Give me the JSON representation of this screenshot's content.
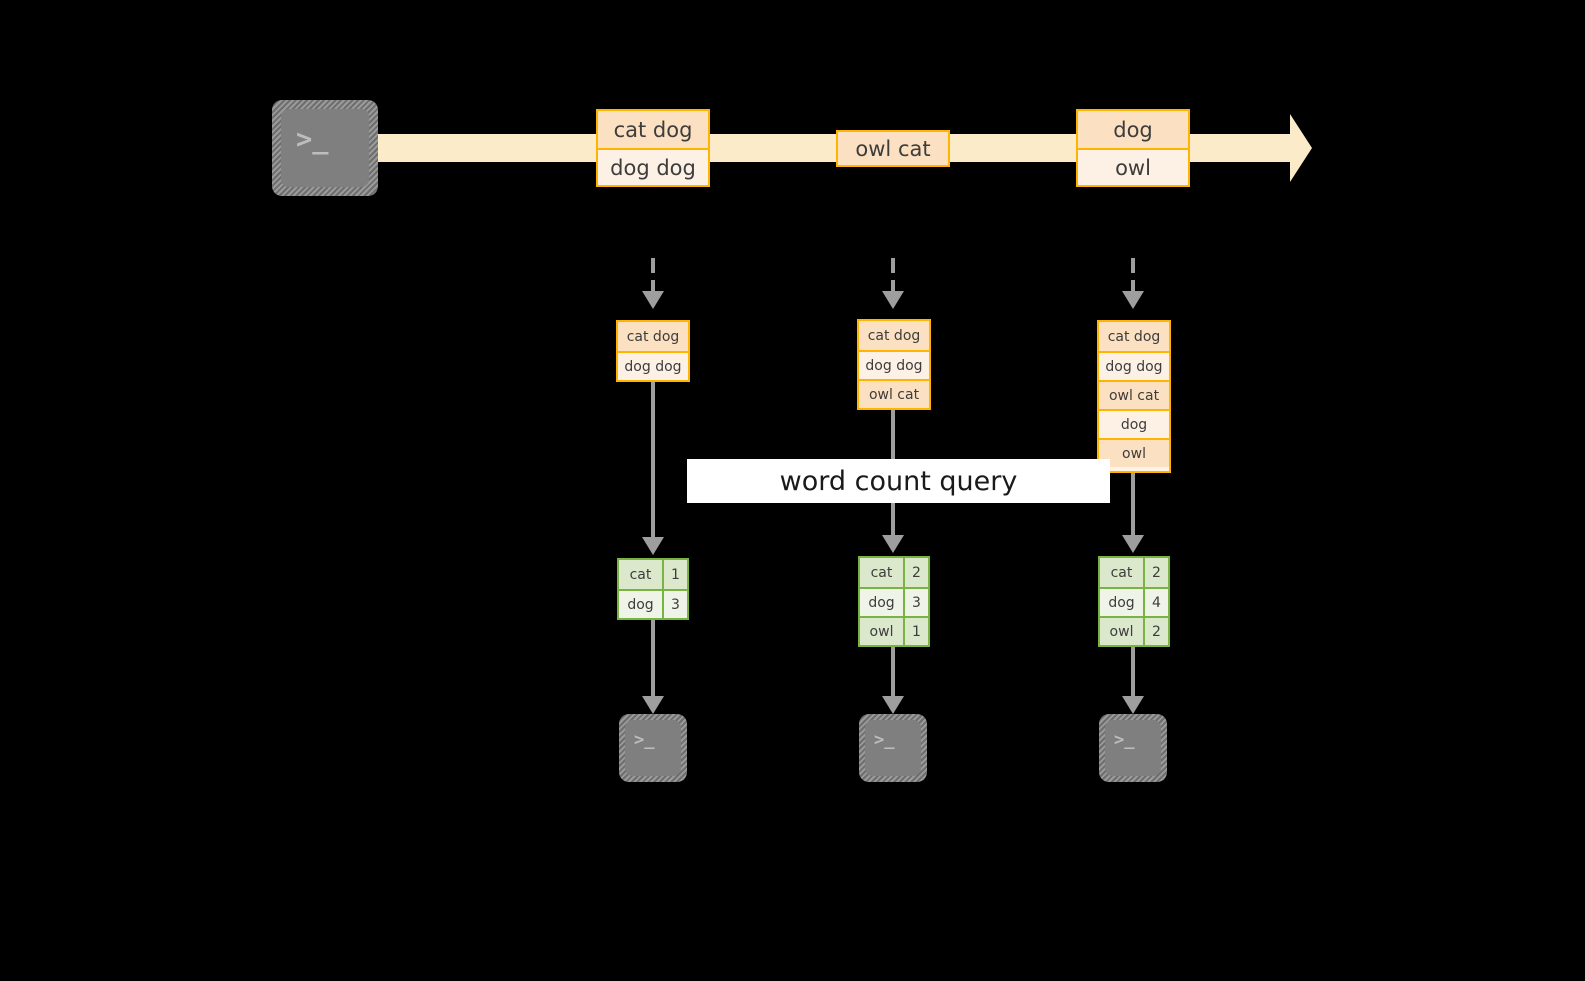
{
  "diagram": {
    "title": "word count streaming query",
    "colors": {
      "background": "#000000",
      "stream_band": "#FCEBC8",
      "record_border": "#FFB400",
      "record_fill_dark": "#FCE0C2",
      "record_fill_light": "#FDF1E6",
      "result_border": "#79B443",
      "result_fill_dark": "#DCE8CC",
      "result_fill_light": "#EFF4E8",
      "arrow_gray": "#9E9E9E",
      "terminal_fill": "#808080",
      "label_background": "#FFFFFF",
      "text": "#3d3d3d"
    }
  },
  "source": {
    "icon": "terminal-icon",
    "glyph": ">_"
  },
  "stream": {
    "arrow_icon": "right-arrow-icon",
    "batches": [
      {
        "name": "batch-1",
        "lines": [
          {
            "text": "cat dog",
            "shade": "dark"
          },
          {
            "text": "dog dog",
            "shade": "light"
          }
        ]
      },
      {
        "name": "batch-2",
        "lines": [
          {
            "text": "owl cat",
            "shade": "dark"
          }
        ]
      },
      {
        "name": "batch-3",
        "lines": [
          {
            "text": "dog",
            "shade": "dark"
          },
          {
            "text": "owl",
            "shade": "light"
          }
        ]
      }
    ]
  },
  "query": {
    "label": "word count query"
  },
  "columns": [
    {
      "name": "trigger-1",
      "input_arrow_icon": "dashed-down-arrow-icon",
      "accumulated": [
        {
          "text": "cat dog",
          "shade": "dark"
        },
        {
          "text": "dog dog",
          "shade": "light"
        }
      ],
      "result_arrow_icon": "down-arrow-icon",
      "result": {
        "rows": [
          {
            "key": "cat",
            "count": "1",
            "shade": "dark"
          },
          {
            "key": "dog",
            "count": "3",
            "shade": "light"
          }
        ]
      },
      "sink_arrow_icon": "down-arrow-icon",
      "sink": {
        "icon": "terminal-icon",
        "glyph": ">_"
      }
    },
    {
      "name": "trigger-2",
      "input_arrow_icon": "dashed-down-arrow-icon",
      "accumulated": [
        {
          "text": "cat dog",
          "shade": "dark"
        },
        {
          "text": "dog dog",
          "shade": "light"
        },
        {
          "text": "owl cat",
          "shade": "dark"
        }
      ],
      "result_arrow_icon": "down-arrow-icon",
      "result": {
        "rows": [
          {
            "key": "cat",
            "count": "2",
            "shade": "dark"
          },
          {
            "key": "dog",
            "count": "3",
            "shade": "light"
          },
          {
            "key": "owl",
            "count": "1",
            "shade": "dark"
          }
        ]
      },
      "sink_arrow_icon": "down-arrow-icon",
      "sink": {
        "icon": "terminal-icon",
        "glyph": ">_"
      }
    },
    {
      "name": "trigger-3",
      "input_arrow_icon": "dashed-down-arrow-icon",
      "accumulated": [
        {
          "text": "cat dog",
          "shade": "dark"
        },
        {
          "text": "dog dog",
          "shade": "light"
        },
        {
          "text": "owl cat",
          "shade": "dark"
        },
        {
          "text": "dog",
          "shade": "light"
        },
        {
          "text": "owl",
          "shade": "dark"
        }
      ],
      "result_arrow_icon": "down-arrow-icon",
      "result": {
        "rows": [
          {
            "key": "cat",
            "count": "2",
            "shade": "dark"
          },
          {
            "key": "dog",
            "count": "4",
            "shade": "light"
          },
          {
            "key": "owl",
            "count": "2",
            "shade": "dark"
          }
        ]
      },
      "sink_arrow_icon": "down-arrow-icon",
      "sink": {
        "icon": "terminal-icon",
        "glyph": ">_"
      }
    }
  ]
}
